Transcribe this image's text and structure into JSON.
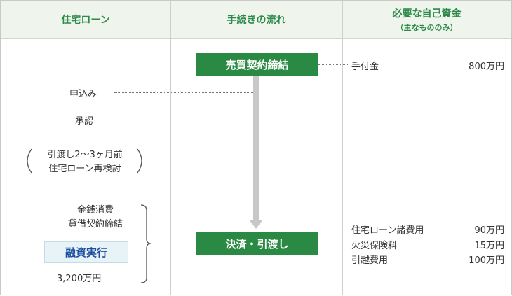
{
  "headers": {
    "loan": "住宅ローン",
    "flow": "手続きの流れ",
    "funds": "必要な自己資金",
    "funds_sub": "（主なもののみ）"
  },
  "flow_steps": {
    "contract": "売買契約締結",
    "settlement": "決済・引渡し"
  },
  "loan_steps": {
    "apply": "申込み",
    "approve": "承認",
    "review_line1": "引渡し2〜3ヶ月前",
    "review_line2": "住宅ローン再検討",
    "contract_line1": "金銭消費",
    "contract_line2": "貸借契約締結",
    "execution": "融資実行",
    "loan_amount": "3,200万円"
  },
  "funds": {
    "contract": [
      {
        "item": "手付金",
        "amount": "800万円"
      }
    ],
    "settlement": [
      {
        "item": "住宅ローン諸費用",
        "amount": "90万円"
      },
      {
        "item": "火災保険料",
        "amount": "15万円"
      },
      {
        "item": "引越費用",
        "amount": "100万円"
      }
    ]
  }
}
